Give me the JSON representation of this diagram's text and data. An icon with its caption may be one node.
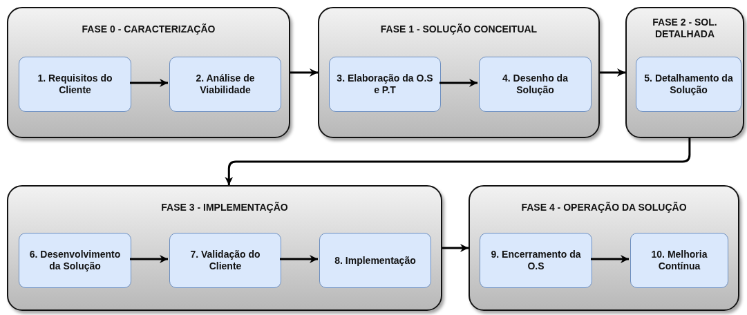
{
  "diagram": {
    "nodes": [
      {
        "text": [
          "FASE 0 - CARACTERIZAÇÃO"
        ]
      },
      {
        "text": [
          "1. Requisitos do Cliente"
        ],
        "in": 0
      },
      {
        "text": [
          "2. Análise de Viabilidade"
        ],
        "in": 0
      },
      {
        "text": [
          "FASE 1 - SOLUÇÃO CONCEITUAL"
        ]
      },
      {
        "text": [
          "3. Elaboração da O.S e P.T"
        ],
        "in": 3
      },
      {
        "text": [
          "4. Desenho da Solução"
        ],
        "in": 3
      },
      {
        "text": [
          "FASE 2 - SOL. DETALHADA"
        ]
      },
      {
        "text": [
          "5. Detalhamento da Solução"
        ],
        "in": 6
      },
      {
        "text": [
          "FASE 3 - IMPLEMENTAÇÃO"
        ]
      },
      {
        "text": [
          "6. Desenvolvimento da Solução"
        ],
        "in": 8
      },
      {
        "text": [
          "7. Validação do Cliente"
        ],
        "in": 8
      },
      {
        "text": [
          "8. Implementação"
        ],
        "in": 8
      },
      {
        "text": [
          "FASE 4 - OPERAÇÃO DA SOLUÇÃO"
        ]
      },
      {
        "text": [
          "9. Encerramento da O.S"
        ],
        "in": 12
      },
      {
        "text": [
          "10. Melhoria Contínua"
        ],
        "in": 12
      }
    ],
    "edges": [
      {
        "from": 1,
        "to": 2,
        "arrow": "to"
      },
      {
        "from": 0,
        "to": 3,
        "arrow": "to"
      },
      {
        "from": 4,
        "to": 5,
        "arrow": "to"
      },
      {
        "from": 3,
        "to": 6,
        "arrow": "to"
      },
      {
        "from": 6,
        "to": 8,
        "arrow": "to"
      },
      {
        "from": 9,
        "to": 10,
        "arrow": "to"
      },
      {
        "from": 10,
        "to": 11,
        "arrow": "to"
      },
      {
        "from": 8,
        "to": 12,
        "arrow": "to"
      },
      {
        "from": 13,
        "to": 14,
        "arrow": "to"
      }
    ]
  }
}
